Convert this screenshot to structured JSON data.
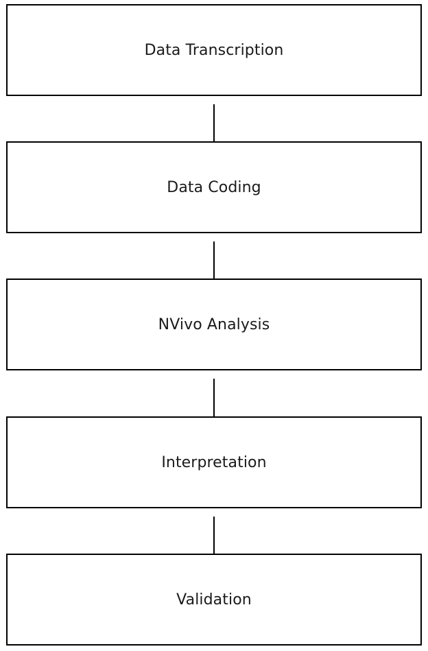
{
  "flowchart": {
    "steps": [
      {
        "label": "Data Transcription"
      },
      {
        "label": "Data Coding"
      },
      {
        "label": "NVivo Analysis"
      },
      {
        "label": "Interpretation"
      },
      {
        "label": "Validation"
      }
    ],
    "colors": {
      "border": "#000000",
      "text": "#1a1a1a",
      "background": "#ffffff"
    }
  }
}
